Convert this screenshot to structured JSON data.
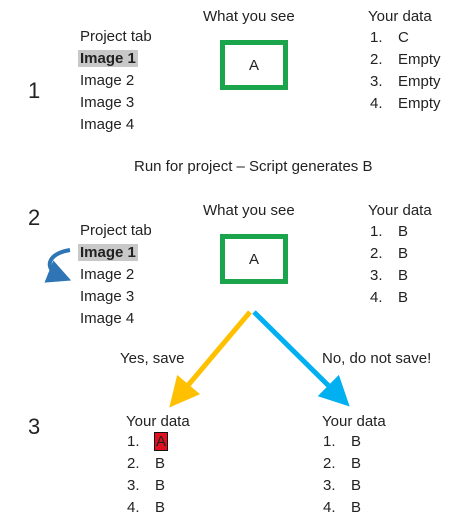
{
  "steps": [
    "1",
    "2",
    "3"
  ],
  "headers": {
    "what_you_see": "What you see",
    "your_data": "Your data"
  },
  "section1": {
    "project_items": [
      "Project tab",
      "Image 1",
      "Image 2",
      "Image 3",
      "Image 4"
    ],
    "box_label": "A",
    "data_items": [
      {
        "n": "1.",
        "v": "C"
      },
      {
        "n": "2.",
        "v": "Empty"
      },
      {
        "n": "3.",
        "v": "Empty"
      },
      {
        "n": "4.",
        "v": "Empty"
      }
    ]
  },
  "run_caption": "Run for project – Script generates B",
  "section2": {
    "project_items": [
      "Project tab",
      "Image 1",
      "Image 2",
      "Image 3",
      "Image 4"
    ],
    "box_label": "A",
    "data_items": [
      {
        "n": "1.",
        "v": "B"
      },
      {
        "n": "2.",
        "v": "B"
      },
      {
        "n": "3.",
        "v": "B"
      },
      {
        "n": "4.",
        "v": "B"
      }
    ]
  },
  "branches": {
    "yes": "Yes, save",
    "no": "No, do not save!"
  },
  "section3": {
    "left": {
      "header": "Your data",
      "items": [
        {
          "n": "1.",
          "v": "A"
        },
        {
          "n": "2.",
          "v": "B"
        },
        {
          "n": "3.",
          "v": "B"
        },
        {
          "n": "4.",
          "v": "B"
        }
      ]
    },
    "right": {
      "header": "Your data",
      "items": [
        {
          "n": "1.",
          "v": "B"
        },
        {
          "n": "2.",
          "v": "B"
        },
        {
          "n": "3.",
          "v": "B"
        },
        {
          "n": "4.",
          "v": "B"
        }
      ]
    }
  },
  "colors": {
    "box_border": "#1aa44c",
    "yes_arrow": "#ffc000",
    "no_arrow": "#00b0f0",
    "loop_arrow": "#2e75b6",
    "highlight": "#c8c8c8",
    "changed_value": "#e01020"
  }
}
